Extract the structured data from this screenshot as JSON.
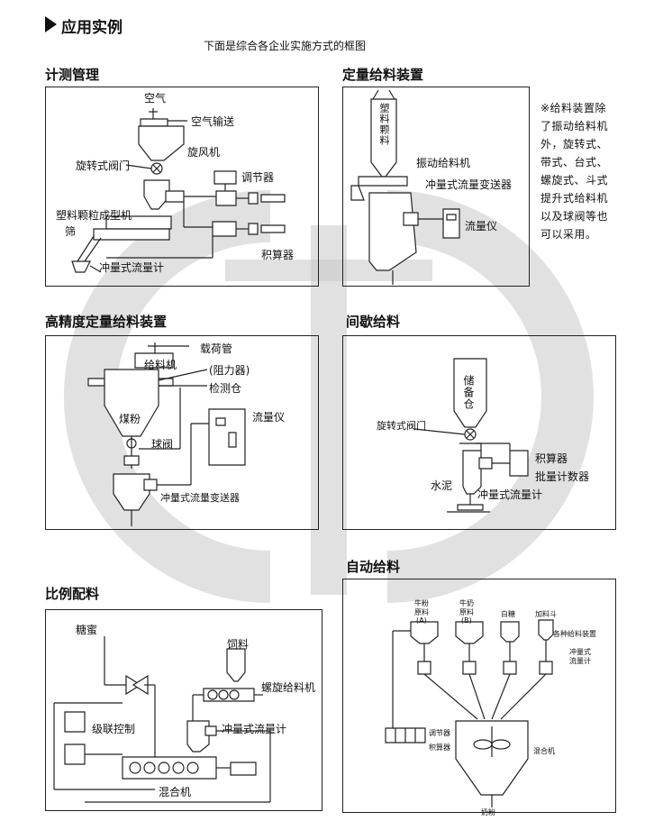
{
  "page": {
    "section_title": "应用实例",
    "subtitle": "下面是综合各企业实施方式的框图"
  },
  "panels": {
    "p1": {
      "title": "计测管理",
      "labels": {
        "air": "空气",
        "air_convey": "空气输送",
        "cyclone": "旋风机",
        "rotary_valve": "旋转式阀门",
        "regulator": "调节器",
        "pellet_machine": "塑料颗粒成型机",
        "sieve": "筛",
        "integrator": "积算器",
        "impact_flowmeter": "冲量式流量计"
      }
    },
    "p2": {
      "title": "定量给料装置",
      "labels": {
        "hopper": "塑料颗料",
        "vibratory_feeder": "振动给料机",
        "transmitter": "冲量式流量变送器",
        "flow_meter": "流量仪"
      },
      "note": "※给料装置除了振动给料机外，旋转式、带式、台式、螺旋式、斗式提升式给料机以及球阀等也可以采用。"
    },
    "p3": {
      "title": "高精度定量给料装置",
      "labels": {
        "carrier_pipe": "载荷管",
        "feeder": "给料机",
        "resistance": "(阻力器)",
        "check_bin": "检测仓",
        "coal_powder": "煤粉",
        "flow_meter": "流量仪",
        "ball_valve": "球阀",
        "transmitter": "冲量式流量变送器"
      }
    },
    "p4": {
      "title": "间歇给料",
      "labels": {
        "storage": "储备仓",
        "rotary_valve": "旋转式阀门",
        "integrator": "积算器",
        "batch_counter": "批量计数器",
        "cement": "水泥",
        "impact_flowmeter": "冲量式流量计"
      }
    },
    "p5": {
      "title": "比例配料",
      "labels": {
        "molasses": "糖蜜",
        "feed": "饲料",
        "screw_feeder": "螺旋给料机",
        "cascade": "级联控制",
        "impact_flowmeter": "冲量式流量计",
        "mixer": "混合机"
      }
    },
    "p6": {
      "title": "自动给料",
      "labels": {
        "milk_a_top": "牛粉",
        "milk_a_mid": "原料",
        "milk_a_bot": "(A)",
        "milk_b_top": "牛奶",
        "milk_b_mid": "原料",
        "milk_b_bot": "(B)",
        "sugar": "白糖",
        "additive": "加料斗",
        "feeders": "各种给料装置",
        "impact_top": "冲量式",
        "impact_bot": "流量计",
        "regulator": "调节器",
        "integrator": "积算器",
        "mixer": "混合机",
        "milk_powder": "奶粉"
      }
    }
  },
  "colors": {
    "watermark": "#c9c9c9",
    "line": "#222222"
  }
}
